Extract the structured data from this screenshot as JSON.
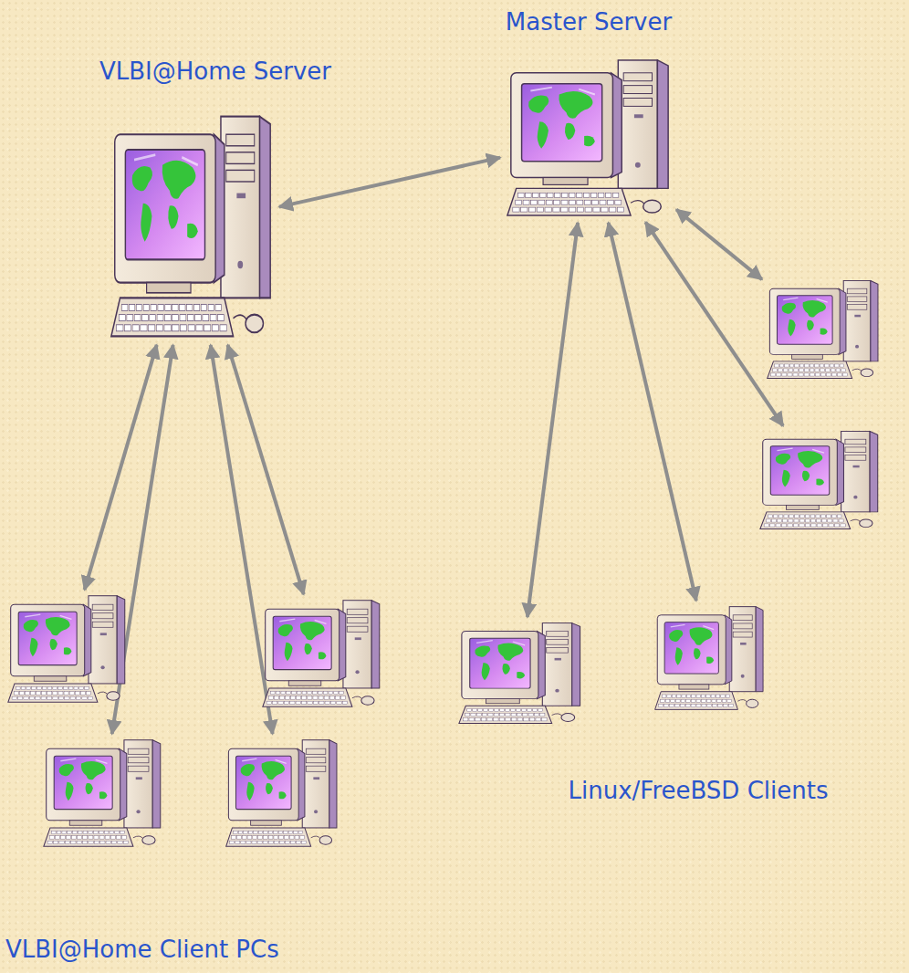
{
  "diagram": {
    "nodes": [
      {
        "text": [
          "Master Server"
        ]
      },
      {
        "text": [
          "VLBI@Home Server"
        ]
      },
      {
        "text": []
      },
      {
        "text": []
      },
      {
        "text": []
      },
      {
        "text": []
      },
      {
        "text": []
      },
      {
        "text": []
      },
      {
        "text": []
      },
      {
        "text": []
      }
    ],
    "edges": [
      {
        "from": 1,
        "to": 0,
        "arrow": "both"
      },
      {
        "from": 0,
        "to": 2,
        "arrow": "both"
      },
      {
        "from": 0,
        "to": 3,
        "arrow": "both"
      },
      {
        "from": 0,
        "to": 4,
        "arrow": "both"
      },
      {
        "from": 0,
        "to": 5,
        "arrow": "both"
      },
      {
        "from": 1,
        "to": 6,
        "arrow": "both"
      },
      {
        "from": 1,
        "to": 7,
        "arrow": "both"
      },
      {
        "from": 1,
        "to": 8,
        "arrow": "both"
      },
      {
        "from": 1,
        "to": 9,
        "arrow": "both"
      }
    ],
    "labels": [
      "Linux/FreeBSD Clients",
      "VLBI@Home Client PCs"
    ]
  }
}
